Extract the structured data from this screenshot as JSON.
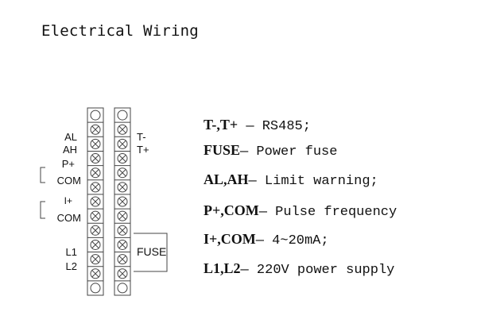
{
  "title": "Electrical Wiring",
  "left_terminal_labels": [
    "AL",
    "AH",
    "P+",
    "COM",
    "I+",
    "COM",
    "L1",
    "L2"
  ],
  "right_terminal_labels": [
    "T-",
    "T+"
  ],
  "fuse_label": "FUSE",
  "descriptions": [
    {
      "key": "T-,T+",
      "text": " — RS485;"
    },
    {
      "key": "FUSE",
      "text": "— Power fuse"
    },
    {
      "key": "AL,AH",
      "text": "— Limit warning;"
    },
    {
      "key": "P+,COM",
      "text": "— Pulse frequency"
    },
    {
      "key": "I+,COM",
      "text": "— 4~20mA;"
    },
    {
      "key": "L1,L2",
      "text": "— 220V power supply"
    }
  ],
  "colors": {
    "line": "#444444",
    "text": "#111111",
    "background": "#ffffff"
  }
}
